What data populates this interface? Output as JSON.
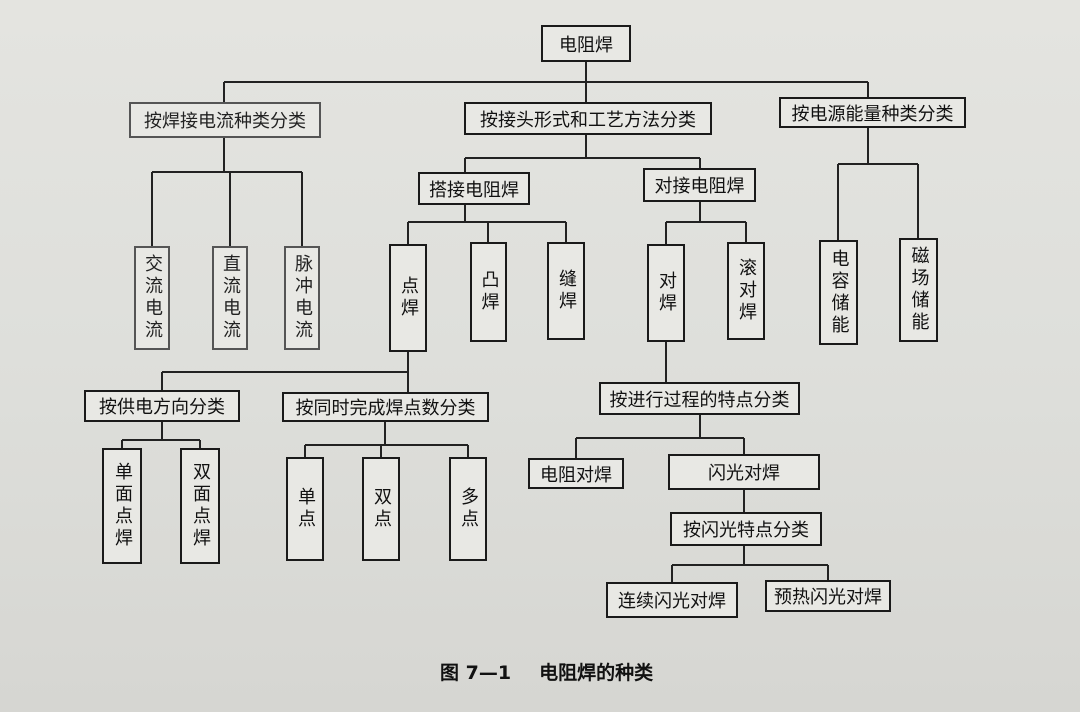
{
  "diagram": {
    "root": "电阻焊",
    "l1_current": "按焊接电流种类分类",
    "l1_joint": "按接头形式和工艺方法分类",
    "l1_energy": "按电源能量种类分类",
    "ac": "交流电流",
    "dc": "直流电流",
    "pulse": "脉冲电流",
    "lap": "搭接电阻焊",
    "butt": "对接电阻焊",
    "spot": "点焊",
    "projection": "凸焊",
    "seam": "缝焊",
    "butt_weld": "对焊",
    "roll_butt": "滚对焊",
    "capacitor": "电容储能",
    "magnetic": "磁场储能",
    "by_supply": "按供电方向分类",
    "by_points": "按同时完成焊点数分类",
    "by_process": "按进行过程的特点分类",
    "single_side": "单面点焊",
    "double_side": "双面点焊",
    "single_point": "单点",
    "double_point": "双点",
    "multi_point": "多点",
    "resistance_butt": "电阻对焊",
    "flash_butt": "闪光对焊",
    "by_flash": "按闪光特点分类",
    "continuous_flash": "连续闪光对焊",
    "preheat_flash": "预热闪光对焊"
  },
  "caption": {
    "number": "图 7—1",
    "title": "电阻焊的种类"
  }
}
